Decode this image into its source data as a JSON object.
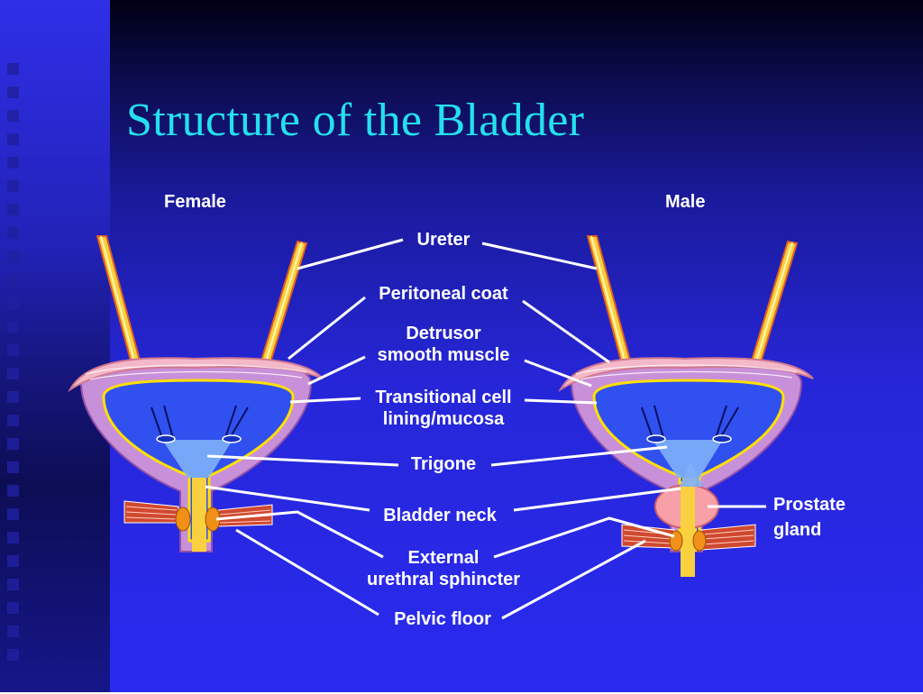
{
  "slide": {
    "title": "Structure of the Bladder",
    "captions": {
      "female": "Female",
      "male": "Male"
    },
    "labels": {
      "ureter": "Ureter",
      "peritoneal_coat": "Peritoneal coat",
      "detrusor_line1": "Detrusor",
      "detrusor_line2": "smooth muscle",
      "transitional_line1": "Transitional cell",
      "transitional_line2": "lining/mucosa",
      "trigone": "Trigone",
      "bladder_neck": "Bladder neck",
      "external_line1": "External",
      "external_line2": "urethral sphincter",
      "pelvic_floor": "Pelvic floor",
      "prostate_line1": "Prostate",
      "prostate_line2": "gland"
    }
  },
  "colors": {
    "title": "#24e0ee",
    "ureter": "#f8d040",
    "detrusor_wall": "#c890d8",
    "peritoneum": "#f4b8c8",
    "lumen": "#3050f0",
    "trigone": "#80b0f8",
    "sphincter": "#f09018",
    "pelvic_floor": "#d04830",
    "prostate": "#f8a0a8"
  }
}
